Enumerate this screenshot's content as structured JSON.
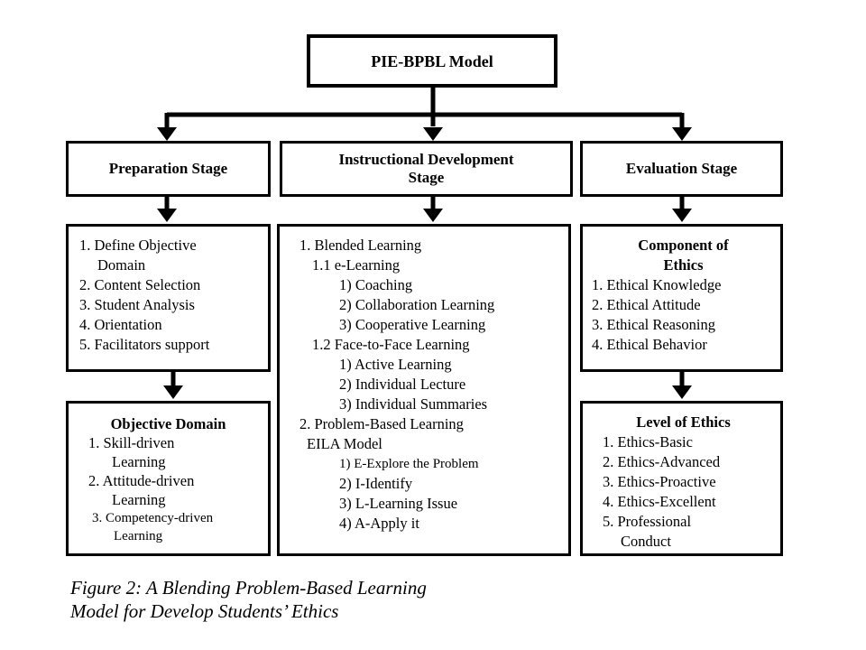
{
  "title": "PIE-BPBL Model",
  "stages": {
    "preparation": "Preparation Stage",
    "instructional_l1": "Instructional Development",
    "instructional_l2": "Stage",
    "evaluation": "Evaluation Stage"
  },
  "preparation_list": [
    "1. Define Objective",
    "Domain",
    "2. Content Selection",
    "3. Student Analysis",
    "4. Orientation",
    "5. Facilitators support"
  ],
  "objective_domain": {
    "title": "Objective Domain",
    "items": [
      "1. Skill-driven",
      "Learning",
      "2. Attitude-driven",
      "Learning",
      "3. Competency-driven",
      "Learning"
    ]
  },
  "instructional_list": [
    "1. Blended Learning",
    "1.1 e-Learning",
    "1) Coaching",
    "2) Collaboration Learning",
    "3) Cooperative Learning",
    "1.2 Face-to-Face Learning",
    "1) Active Learning",
    "2) Individual Lecture",
    "3) Individual Summaries",
    "2. Problem-Based Learning",
    "EILA Model",
    "1) E-Explore the Problem",
    "2) I-Identify",
    "3) L-Learning Issue",
    "4) A-Apply it"
  ],
  "component_of_ethics": {
    "title_l1": "Component of",
    "title_l2": "Ethics",
    "items": [
      "1. Ethical Knowledge",
      "2. Ethical Attitude",
      "3. Ethical Reasoning",
      "4. Ethical Behavior"
    ]
  },
  "level_of_ethics": {
    "title": "Level of Ethics",
    "items": [
      "1. Ethics-Basic",
      "2. Ethics-Advanced",
      "3. Ethics-Proactive",
      "4. Ethics-Excellent",
      "5. Professional",
      "Conduct"
    ]
  },
  "caption_l1": "Figure 2: A Blending Problem-Based Learning",
  "caption_l2": "Model for Develop Students’ Ethics"
}
